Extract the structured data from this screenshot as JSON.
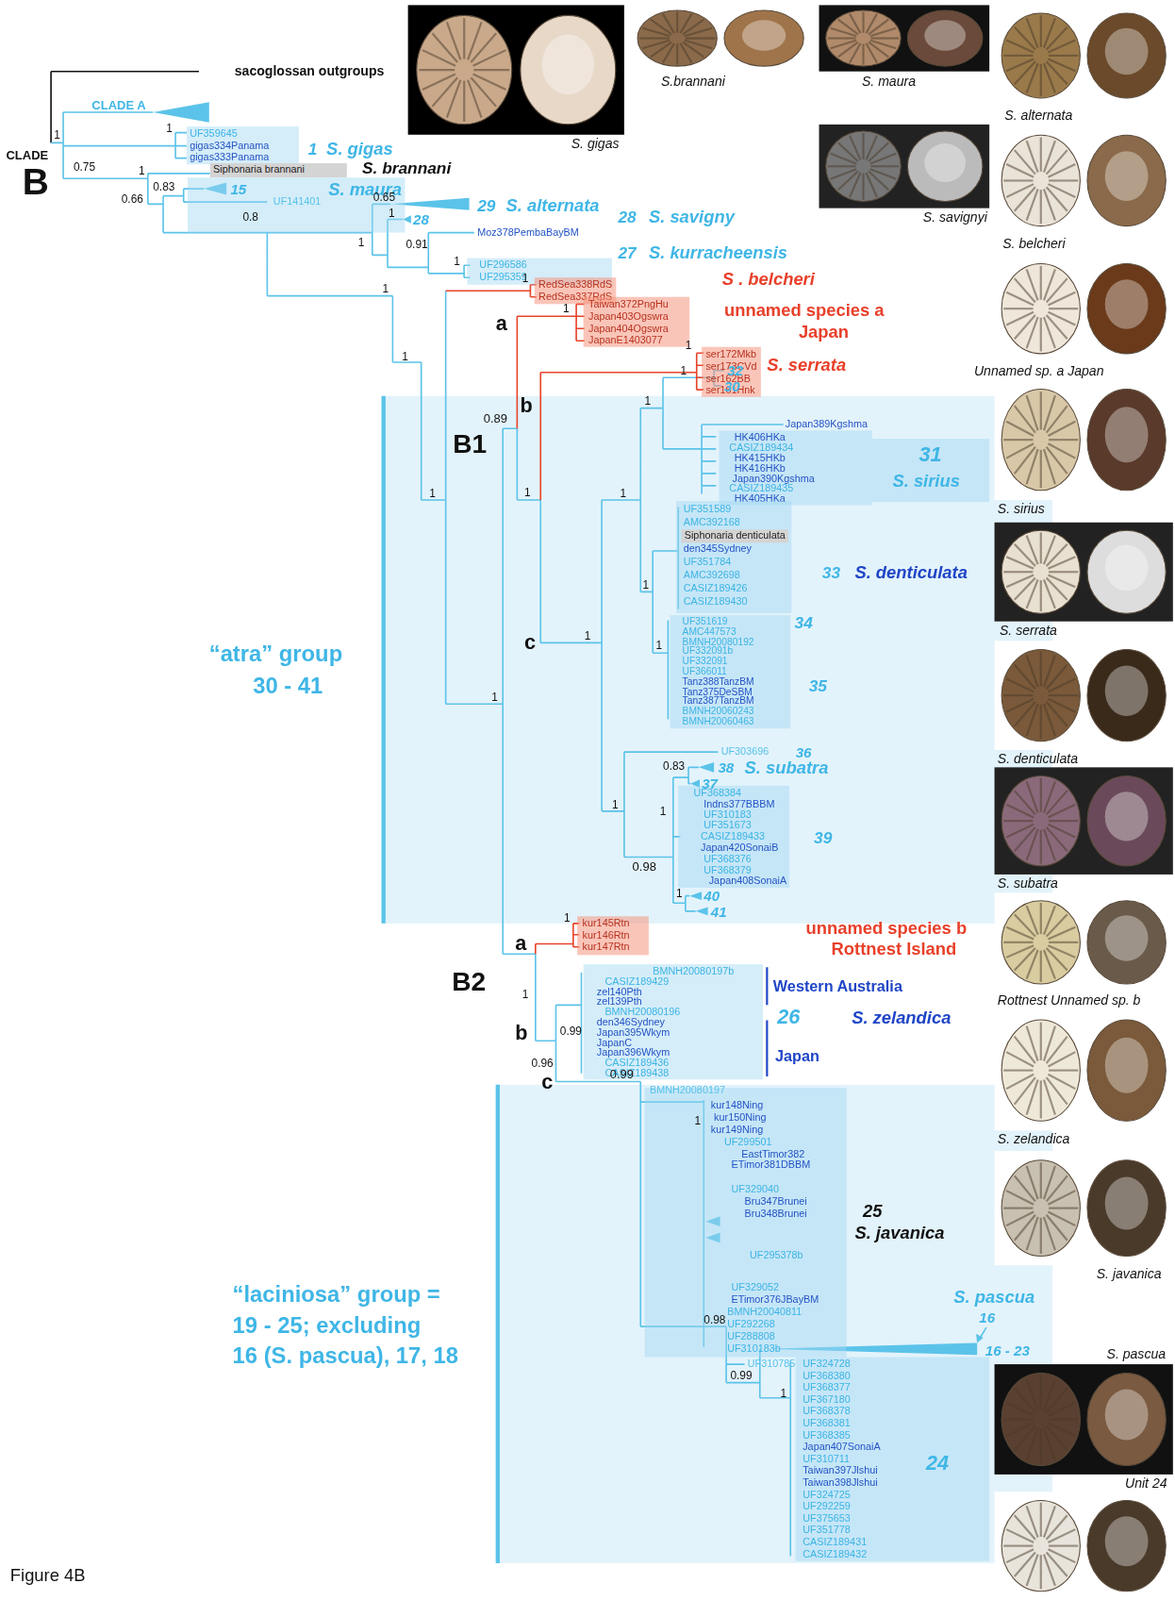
{
  "diagram": {
    "caption": "Figure 4B",
    "nodes": [
      {
        "text": [
          "UF359645",
          "gigas334Panama",
          "gigas333Panama"
        ]
      },
      {
        "text": [
          "Siphonaria brannani"
        ]
      },
      {
        "text": [
          "15",
          "UF141401",
          "S. maura"
        ]
      },
      {
        "text": [
          "UF296586",
          "UF295359"
        ]
      },
      {
        "text": [
          "RedSea338RdS",
          "RedSea337RdS"
        ]
      },
      {
        "text": [
          "Taiwan372PngHu",
          "Japan403Ogswra",
          "Japan404Ogswra",
          "JapanE1403077"
        ]
      },
      {
        "text": [
          "ser172Mkb",
          "ser173CVd",
          "ser162BB",
          "ser161Hnk"
        ]
      },
      {
        "text": [
          "HK406HKa",
          "CASIZ189434",
          "HK415HKb",
          "HK416HKb",
          "Japan390Kgshma",
          "CASIZ189435",
          "HK405HKa"
        ]
      },
      {
        "text": [
          "31",
          "S. sirius"
        ]
      },
      {
        "text": [
          "UF351589",
          "AMC392168",
          "den345Sydney",
          "UF351784",
          "AMC392698",
          "CASIZ189426",
          "CASIZ189430"
        ]
      },
      {
        "text": [
          "Siphonaria denticulata"
        ],
        "in": 9
      },
      {
        "text": [
          "UF351619",
          "AMC447573",
          "BMNH20080192",
          "UF332091b",
          "UF332091",
          "UF366011",
          "Tanz388TanzBM",
          "Tanz375DeSBM",
          "Tanz387TanzBM",
          "BMNH20060243",
          "BMNH20060463"
        ]
      },
      {
        "text": [
          "UF368384",
          "Indns377BBBM",
          "UF310183",
          "UF351673",
          "CASIZ189433",
          "Japan420SonaiB",
          "UF368376",
          "UF368379",
          "Japan408SonaiA"
        ]
      },
      {
        "text": [
          "kur145Rtn",
          "kur146Rtn",
          "kur147Rtn"
        ]
      },
      {
        "text": [
          "BMNH20080197b",
          "CASIZ189429",
          "zel140Pth",
          "zel139Pth",
          "BMNH20080196",
          "den346Sydney",
          "Japan395Wkym",
          "JapanC",
          "Japan396Wkym",
          "CASIZ189436",
          "CASIZ189438"
        ]
      },
      {
        "text": [
          "kur148Ning",
          "kur150Ning",
          "kur149Ning",
          "UF299501",
          "EastTimor382",
          "ETimor381DBBM",
          "UF329040",
          "Bru347Brunei",
          "Bru348Brunei",
          "UF295378b",
          "UF329052",
          "ETimor376JBayBM",
          "BMNH20040811",
          "UF292268",
          "UF288808",
          "UF310183b"
        ]
      },
      {
        "text": [
          "UF324728",
          "UF368380",
          "UF368377",
          "UF367180",
          "UF368378",
          "UF368381",
          "UF368385",
          "Japan407SonaiA",
          "UF310711",
          "Taiwan397Jlshui",
          "Taiwan398Jlshui",
          "UF324725",
          "UF292259",
          "UF375653",
          "UF351778",
          "CASIZ189431",
          "CASIZ189432",
          "24"
        ]
      }
    ],
    "labels": [
      "sacoglossan outgroups",
      "CLADE A",
      "1",
      "1",
      "1",
      "S. gigas",
      "CLADE",
      "B",
      "0.75",
      "1",
      "S. brannani",
      "0.83",
      "0.66",
      "0.8",
      "0.65",
      "1",
      "29",
      "S. alternata",
      "28",
      "28",
      "S. savigny",
      "Moz378PembaBayBM",
      "0.91",
      "1",
      "1",
      "27",
      "S. kurracheensis",
      "1",
      "S . belcheri",
      "1",
      "1",
      "unnamed species a",
      "Japan",
      "a",
      "1",
      "S. serrata",
      "1",
      "32",
      "1",
      "30",
      "b",
      "1",
      "0.89",
      "B1",
      "Japan389Kgshma",
      "1",
      "1",
      "1",
      "33",
      "S. denticulata",
      "1",
      "34",
      "“atra” group",
      "c",
      "1",
      "1",
      "30 - 41",
      "35",
      "1",
      "UF303696",
      "36",
      "0.83",
      "38",
      "S. subatra",
      "37",
      "1",
      "1",
      "39",
      "0.98",
      "1",
      "40",
      "41",
      "1",
      "unnamed species b",
      "a",
      "Rottnest Island",
      "B2",
      "Western Australia",
      "1",
      "26",
      "S. zelandica",
      "b",
      "0.99",
      "Japan",
      "0.96",
      "c",
      "0.99",
      "BMNH20080197",
      "1",
      "25",
      "S. javanica",
      "S. pascua",
      "16",
      "“laciniosa” group =",
      "19 - 25; excluding",
      "16 (S. pascua), 17, 18",
      "0.98",
      "16 - 23",
      "UF310785",
      "0.99",
      "1",
      "S. gigas",
      "S.brannani",
      "S. maura",
      "S. alternata",
      "S. savignyi",
      "S. belcheri",
      "Unnamed sp. a Japan",
      "S. sirius",
      "S. serrata",
      "S. denticulata",
      "S. subatra",
      "Rottnest Unnamed sp. b",
      "S. zelandica",
      "S. javanica",
      "S. pascua",
      "Unit 24"
    ]
  }
}
